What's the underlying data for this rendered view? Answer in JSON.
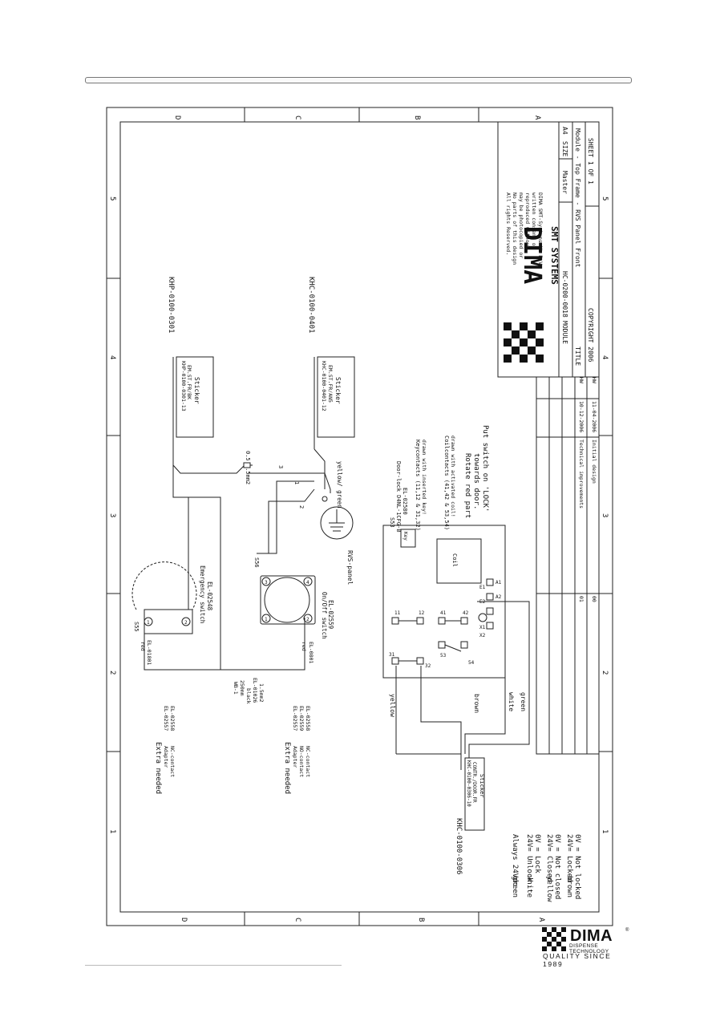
{
  "zones": {
    "letters": [
      "D",
      "C",
      "B",
      "A"
    ],
    "numbers": [
      "1",
      "2",
      "3",
      "4",
      "5"
    ]
  },
  "title_block": {
    "rights": [
      "All rights Reserved.",
      "No parts of this design",
      "may be photocopied or",
      "reproduced without",
      "written consent of",
      "DIMA SMT-Systems NL B.V."
    ],
    "logo_main": "DIMA",
    "logo_sub": "SMT SYSTEMS",
    "module_label": "MODULE",
    "module_value": "HC-0200-0018",
    "master": "Master",
    "size_label": "SIZE",
    "size_value": "A4",
    "title_label": "TITLE",
    "title_value": "Module - Top Frame - RVS Panel Front",
    "copyright": "COPYRIGHT 2006",
    "sheet": "SHEET 1 OF 1",
    "revisions": [
      {
        "rev": "01",
        "desc": "Technical improvements",
        "date": "10-12-2006",
        "by": "HW"
      },
      {
        "rev": "00",
        "desc": "Initial design",
        "date": "11-04-2006",
        "by": "HW"
      }
    ]
  },
  "extra_needed_top": {
    "heading": "Extra needed",
    "items": [
      {
        "name": "Adapter",
        "code": "EL-02557"
      },
      {
        "name": "NC-contact",
        "code": "EL-02558"
      }
    ]
  },
  "extra_needed_bottom": {
    "heading": "Extra needed",
    "items": [
      {
        "name": "Adapter",
        "code": "EL-02557"
      },
      {
        "name": "NO-contact",
        "code": "EL-02559"
      },
      {
        "name": "NC-contact",
        "code": "EL-02558"
      }
    ]
  },
  "wire_spec": [
    "WB-1",
    "250mm",
    "black",
    "EL-01026",
    "1.5mm2"
  ],
  "s55": {
    "ref": "S55",
    "name": "Emergency switch",
    "code": "EL-02548",
    "lamp": "red",
    "lamp_code": "EL-01801"
  },
  "s56": {
    "ref": "S56",
    "name": "On/Off switch",
    "code": "EL-02559",
    "lamp": "red",
    "lamp_code": "EL-0801"
  },
  "s53": {
    "ref": "S53",
    "name": "Door-lock D4NL-1CFG-B",
    "code": "EL-02580",
    "key_text": "Key",
    "coil_text": "Coil",
    "keycontacts": "Keycontacts (11,12 & 31,32)",
    "keycontacts_note": "drawn with inserted key!",
    "coilcontacts": "Coilcontacts (41,42 & 53,54)",
    "coilcontacts_note": "drawn with activated coil!",
    "rotate": [
      "Rotate red part",
      "towards door.",
      "Put switch on 'LOCK'"
    ],
    "terminals": [
      "11",
      "12",
      "41",
      "42",
      "31",
      "32",
      "53",
      "54",
      "E1",
      "E2",
      "X1",
      "X2",
      "A1",
      "A2"
    ]
  },
  "ground": {
    "label": "RVS-panel",
    "wire": "yellow/ green",
    "numbers": [
      "1",
      "2",
      "3"
    ]
  },
  "cable": {
    "spec": "0.5 1.5mm2"
  },
  "stickers": [
    {
      "id": "khp",
      "line1": "KHP-0100-0301-13",
      "line2": "EM.ST.FR/BK",
      "line3": "Sticker",
      "cable": "KHP-0100-0301"
    },
    {
      "id": "khc2",
      "line1": "KHC-0100-0401-12",
      "line2": "EM.ST.FR/AN5",
      "line3": "Sticker",
      "cable": "KHC-0100-0401"
    },
    {
      "id": "khc1",
      "line1": "KHC-0100-0306-10",
      "line2": "CONTR./DOOR.FR",
      "line3": "Sticker",
      "cable": "KHC-0100-0306"
    }
  ],
  "wire_colors": [
    "yellow",
    "brown",
    "white",
    "green"
  ],
  "legend": [
    {
      "color": "green",
      "lines": [
        "Always 24Vdc"
      ]
    },
    {
      "color": "white",
      "lines": [
        "24V= Unlock",
        "0V = Lock"
      ]
    },
    {
      "color": "yellow",
      "lines": [
        "24V= Closed",
        "0V = Not closed"
      ]
    },
    {
      "color": "brown",
      "lines": [
        "24V= Locked",
        "0V = Not locked"
      ]
    }
  ],
  "footer": {
    "brand": "DIMA",
    "sub": "DISPENSE TECHNOLOGY",
    "quality": "QUALITY SINCE 1989"
  }
}
